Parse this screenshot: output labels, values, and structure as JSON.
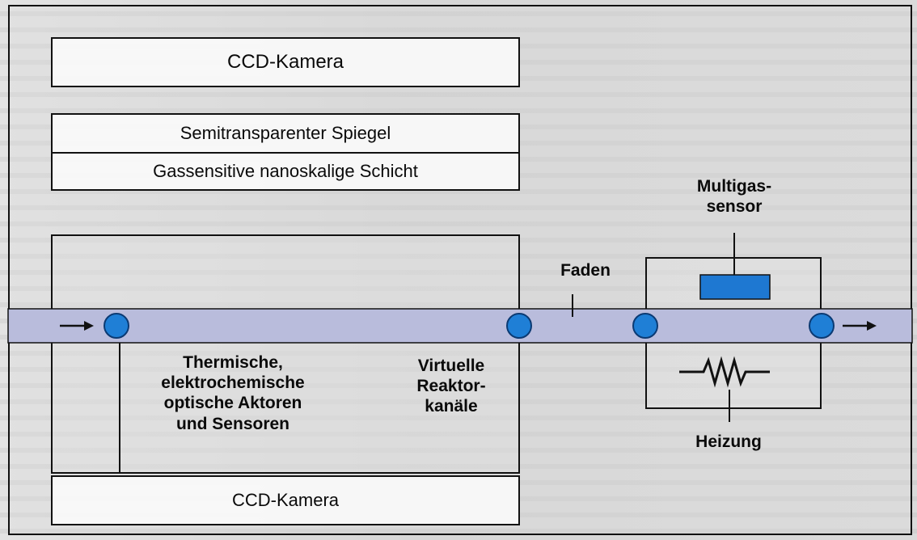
{
  "diagram": {
    "top_camera_label": "CCD-Kamera",
    "mirror_label": "Semitransparenter Spiegel",
    "layer_label": "Gassensitive nanoskalige Schicht",
    "actuators_label": "Thermische,\nelektrochemische\noptische Aktoren\nund Sensoren",
    "reactor_label": "Virtuelle\nReaktor-\nkanäle",
    "bottom_camera_label": "CCD-Kamera",
    "fiber_label": "Faden",
    "sensor_label": "Multigas-\nsensor",
    "heater_label": "Heizung"
  },
  "colors": {
    "fiber_band": "#b9bcdc",
    "roller": "#1f7fd6",
    "sensor_fill": "#1e78d2",
    "outline": "#111111"
  },
  "icons": [
    "arrow-in-icon",
    "arrow-out-icon",
    "roller-icon",
    "resistor-icon"
  ]
}
